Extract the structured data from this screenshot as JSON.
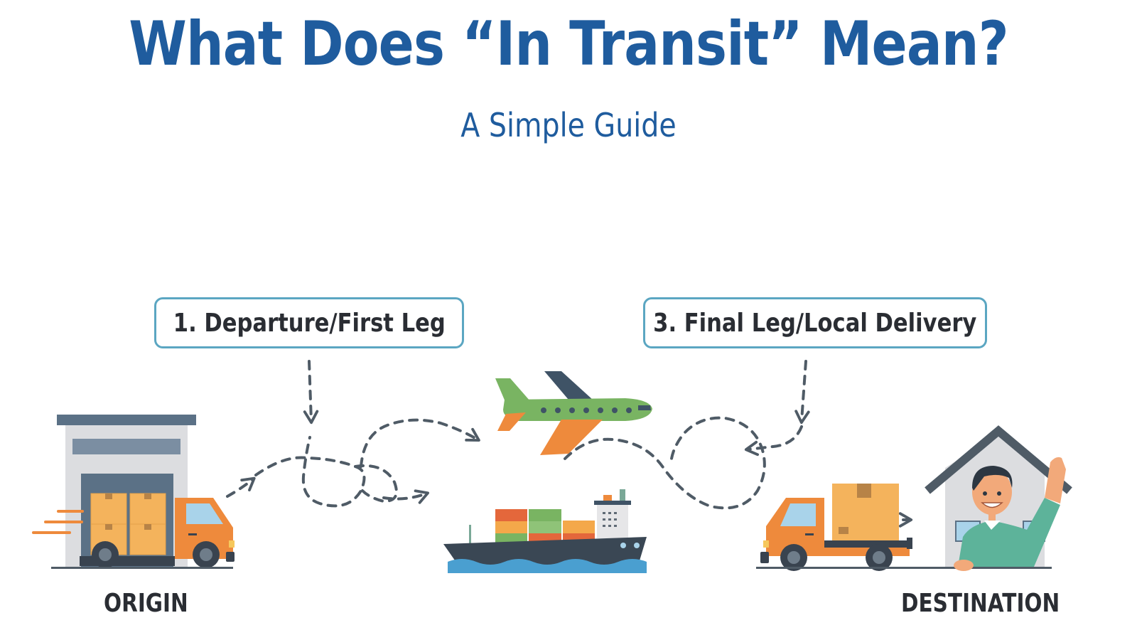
{
  "header": {
    "title": "What Does “In Transit” Mean?",
    "subtitle": "A Simple Guide"
  },
  "stages": [
    {
      "label": "1. Departure/First Leg"
    },
    {
      "label": "3. Final Leg/Local Delivery"
    }
  ],
  "places": {
    "origin": "ORIGIN",
    "destination": "DESTINATION"
  },
  "illustrations": {
    "origin": "warehouse-with-loading-truck",
    "transit": [
      "airplane",
      "cargo-ship"
    ],
    "destination": "delivery-truck-and-house-with-waving-person"
  },
  "colors": {
    "title": "#1f5c9e",
    "box_border": "#5ba6c2",
    "dash": "#4f5b66",
    "truck": "#ee8a3c",
    "box": "#f4b35c",
    "plane": "#79b462",
    "ship_hull": "#3a4754",
    "water": "#4a9fd0"
  }
}
